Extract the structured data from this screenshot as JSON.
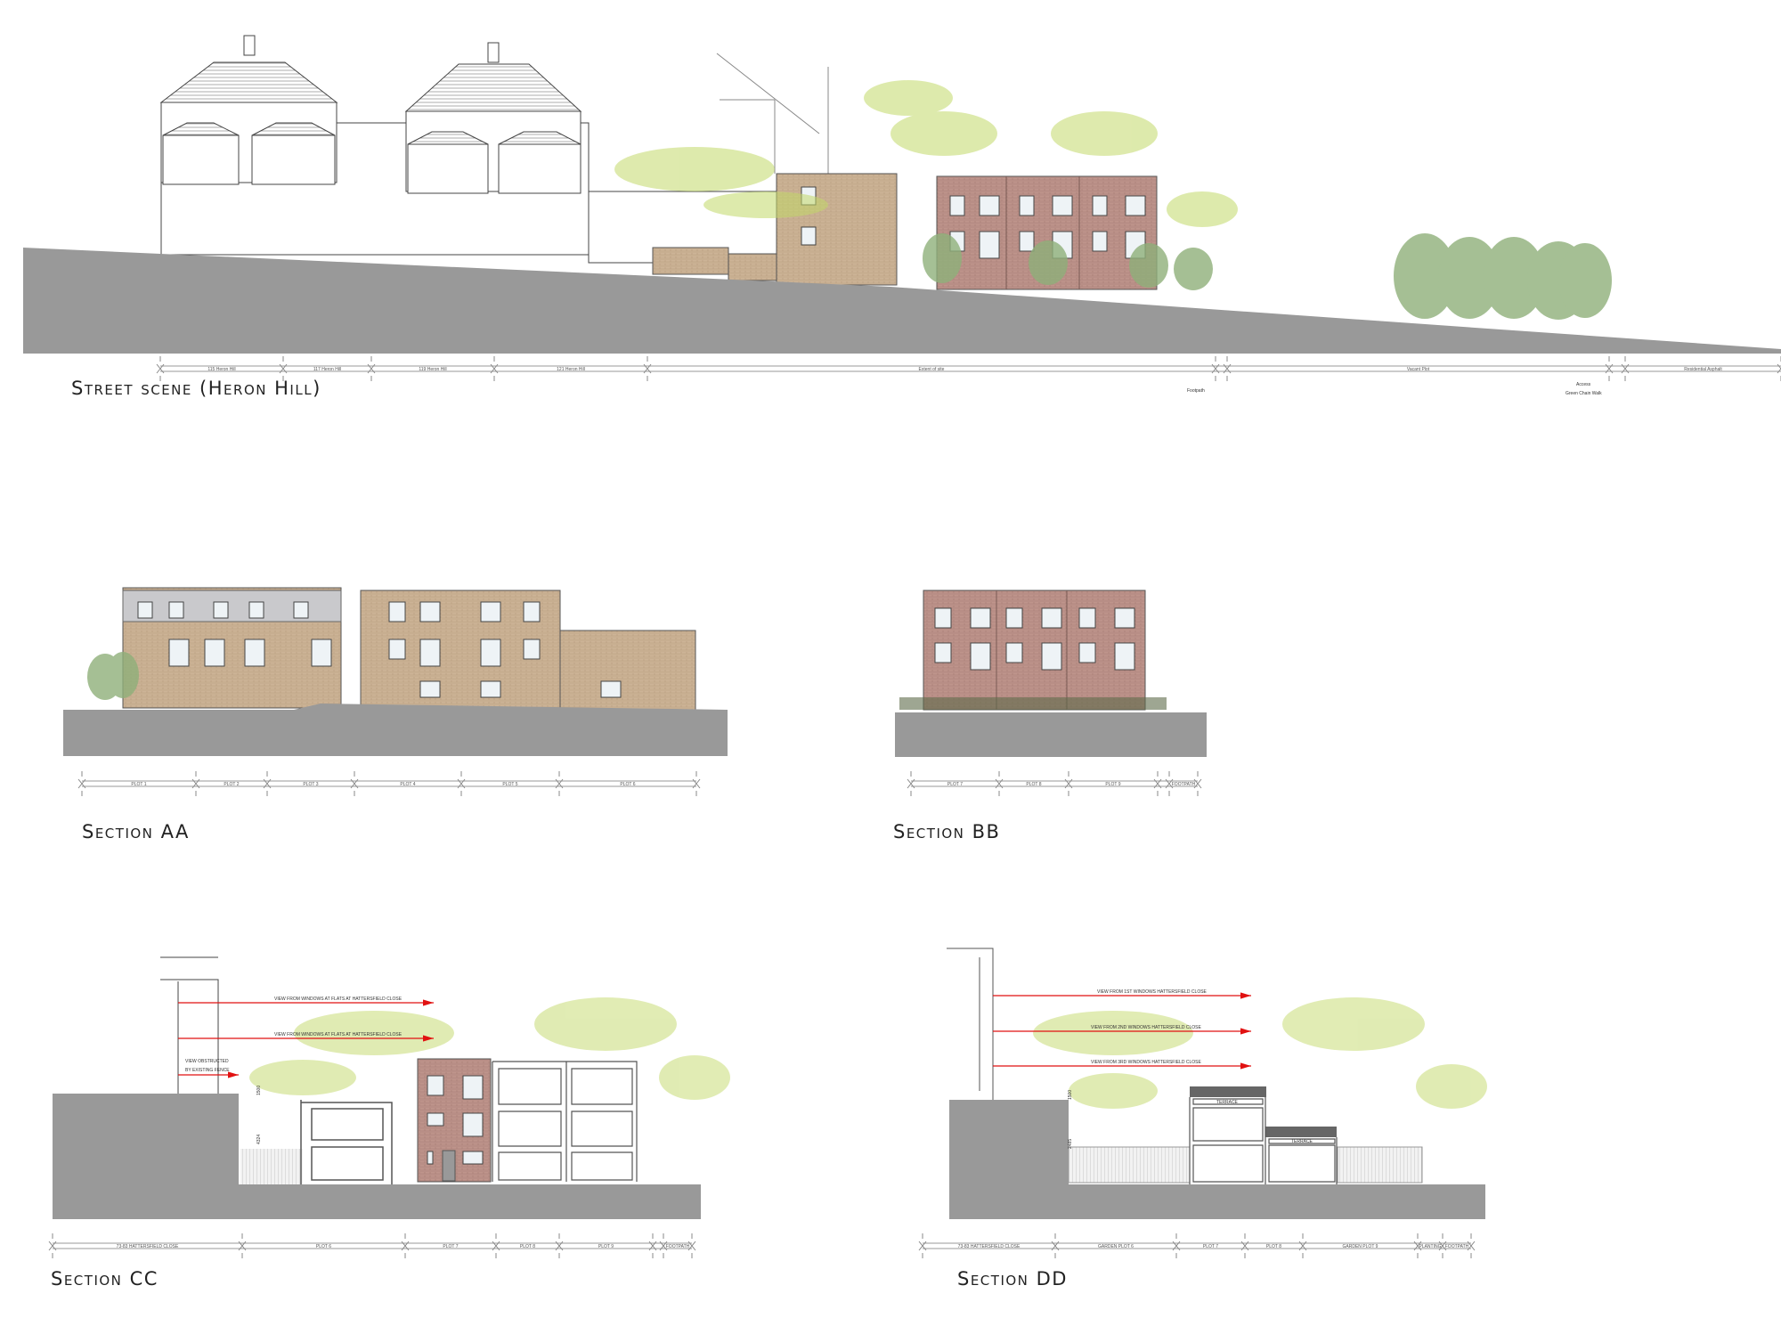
{
  "titles": {
    "street": "Street scene (Heron Hill)",
    "aa": "Section AA",
    "bb": "Section BB",
    "cc": "Section CC",
    "dd": "Section DD"
  },
  "street_dims": [
    "115 Heron Hill",
    "117 Heron Hill",
    "119 Heron Hill",
    "121 Heron Hill",
    "Extent of site",
    "",
    "Vacant Plot",
    "",
    "Residential Asphalt"
  ],
  "street_notes": {
    "footpath": "Footpath",
    "access": "Access",
    "access2": "Green Chain Walk"
  },
  "aa_dims": [
    "PLOT 1",
    "PLOT 2",
    "PLOT 3",
    "PLOT 4",
    "PLOT 5",
    "PLOT 6"
  ],
  "bb_dims": [
    "PLOT 7",
    "PLOT 8",
    "PLOT 9",
    "",
    "FOOTPATH"
  ],
  "cc_dims": [
    "73-83 HATTERSFIELD CLOSE",
    "PLOT 6",
    "PLOT 7",
    "PLOT 8",
    "PLOT 9",
    "",
    "FOOTPATH"
  ],
  "dd_dims": [
    "73-83 HATTERSFIELD CLOSE",
    "GARDEN PLOT 6",
    "PLOT 7",
    "PLOT 8",
    "GARDEN PLOT 9",
    "PLANTING",
    "FOOTPATH"
  ],
  "cc_annotations": {
    "view1": "VIEW FROM WINDOWS AT FLATS AT HATTERSFIELD CLOSE",
    "view2": "VIEW FROM WINDOWS AT FLATS AT HATTERSFIELD CLOSE",
    "view3a": "VIEW OBSTRUCTED",
    "view3b": "BY EXISTING FENCE",
    "dim_a": "1500",
    "dim_b": "4324"
  },
  "dd_annotations": {
    "view1": "VIEW FROM 1ST WINDOWS HATTERSFIELD CLOSE",
    "view2": "VIEW FROM 2ND WINDOWS HATTERSFIELD CLOSE",
    "view3": "VIEW FROM 3RD WINDOWS HATTERSFIELD CLOSE",
    "terrace1": "TERRACE",
    "terrace2": "TERRACE",
    "dim_a": "1500",
    "dim_b": "2485"
  },
  "colors": {
    "ground": "#999999",
    "brick": "#b89088",
    "brick_light": "#c8b092",
    "tree": "#8fb07a",
    "foliage": "#b8d35a",
    "arrow": "#e11111"
  }
}
